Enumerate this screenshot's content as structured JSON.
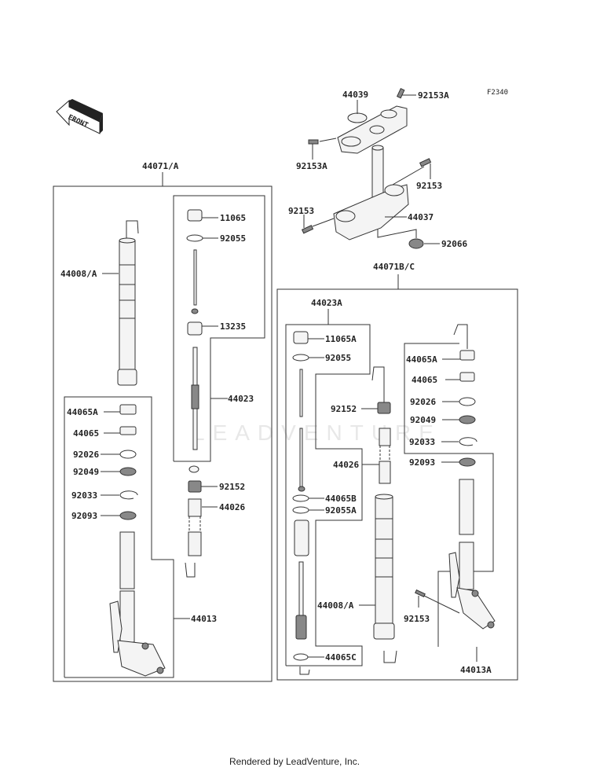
{
  "diagram": {
    "figure_code": "F2340",
    "front_arrow": "FRONT",
    "watermark": "LEADVENTURE",
    "footer": "Rendered by LeadVenture, Inc.",
    "steering": {
      "upper_bracket": "44039",
      "upper_bolt_right": "92153A",
      "upper_bolt_left": "92153A",
      "lower_bolt_right": "92153",
      "lower_bolt_left": "92153",
      "stem_lower": "44037",
      "cap": "92066"
    },
    "left_fork": {
      "assembly": "44071/A",
      "outer_tube": "44008/A",
      "cartridge": "44023",
      "cartridge_parts": [
        "11065",
        "92055",
        "13235"
      ],
      "spring_collar": "92152",
      "spring": "44026",
      "inner_tube": "44013",
      "inner_parts": [
        "44065A",
        "44065",
        "92026",
        "92049",
        "92033",
        "92093"
      ]
    },
    "right_fork": {
      "assembly": "44071B/C",
      "cartridge": "44023A",
      "cartridge_parts_top": [
        "11065A",
        "92055"
      ],
      "cartridge_parts_bottom": [
        "44065B",
        "92055A",
        "44065C"
      ],
      "spring_collar": "92152",
      "spring": "44026",
      "outer_tube": "44008/A",
      "inner_tube": "44013A",
      "inner_parts": [
        "44065A",
        "44065",
        "92026",
        "92049",
        "92033",
        "92093"
      ],
      "axle_bolt": "92153"
    }
  }
}
